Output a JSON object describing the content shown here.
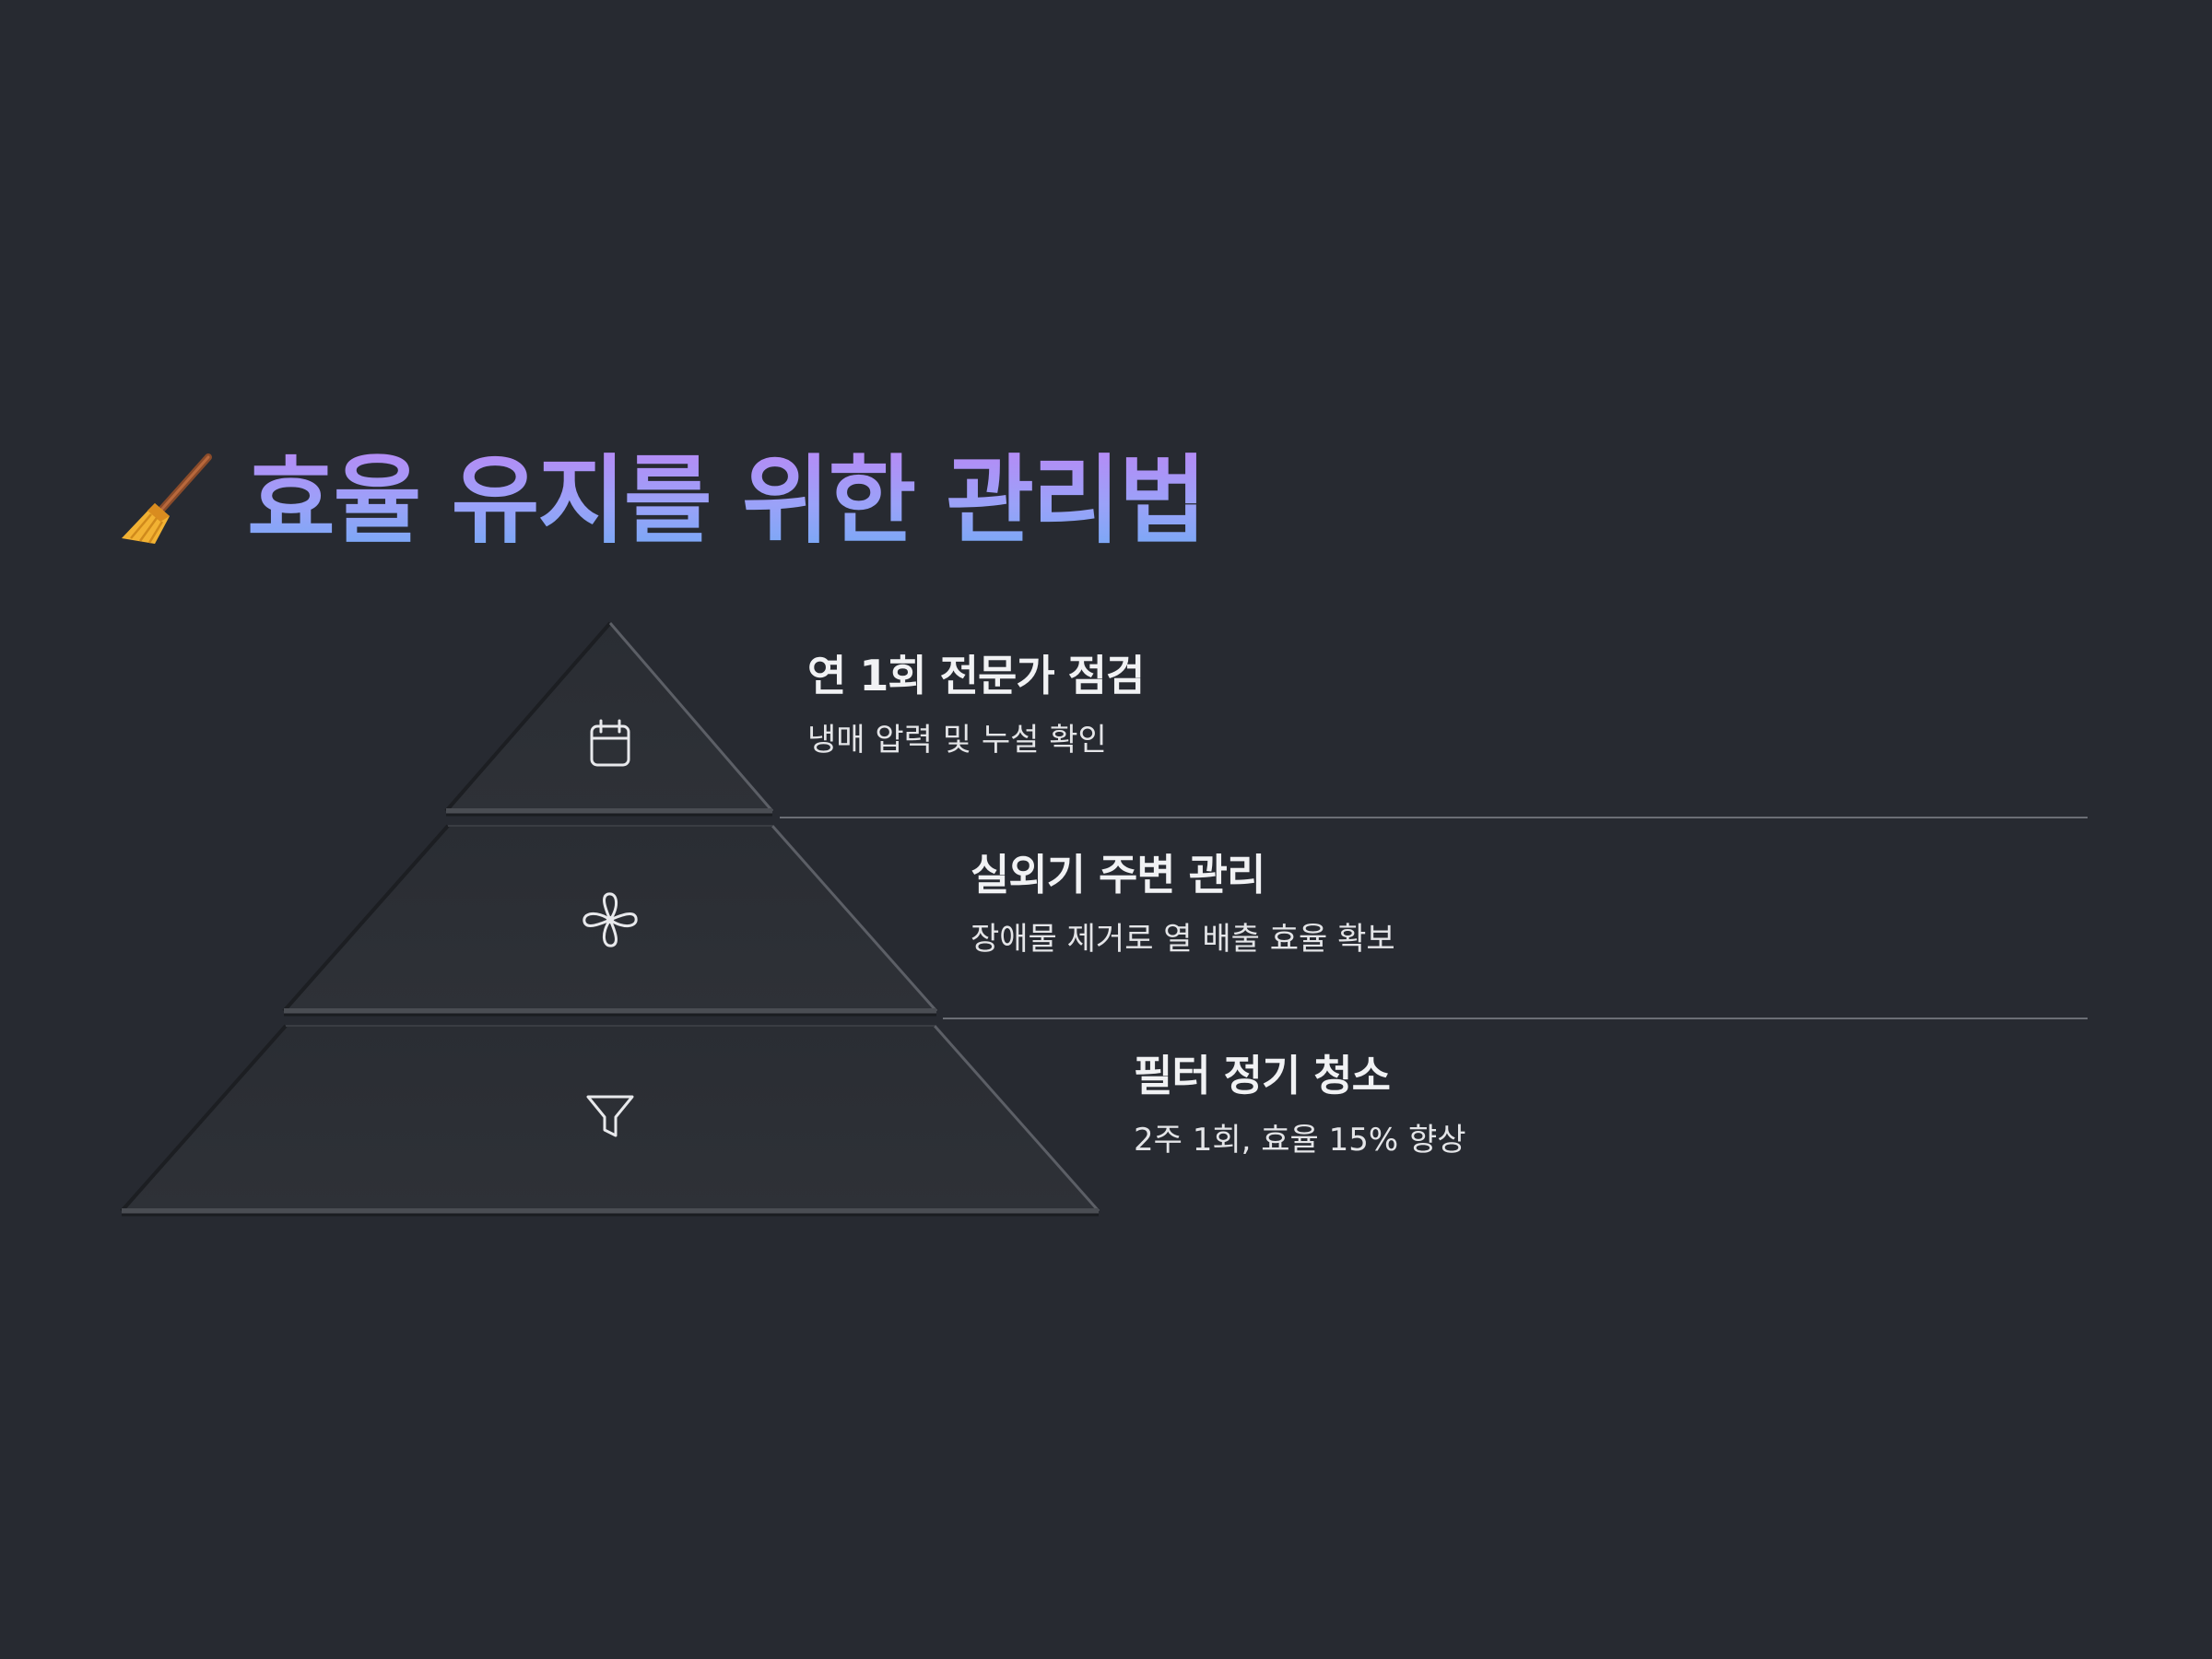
{
  "title": {
    "icon": "broom-icon",
    "text": "효율 유지를 위한 관리법"
  },
  "colors": {
    "background": "#272a31",
    "title_gradient": [
      "#b48cf6",
      "#7aa8f6"
    ],
    "step_fill": "#2b2e34",
    "divider": "#6b6e75"
  },
  "levels": [
    {
      "icon": "calendar-icon",
      "title": "연 1회 전문가 점검",
      "description": "냉매 압력 및 누설 확인"
    },
    {
      "icon": "fan-icon",
      "title": "실외기 주변 관리",
      "description": "장애물 제거로 열 배출 효율 확보"
    },
    {
      "icon": "filter-icon",
      "title": "필터 정기 청소",
      "description": "2주 1회, 효율 15% 향상"
    }
  ]
}
